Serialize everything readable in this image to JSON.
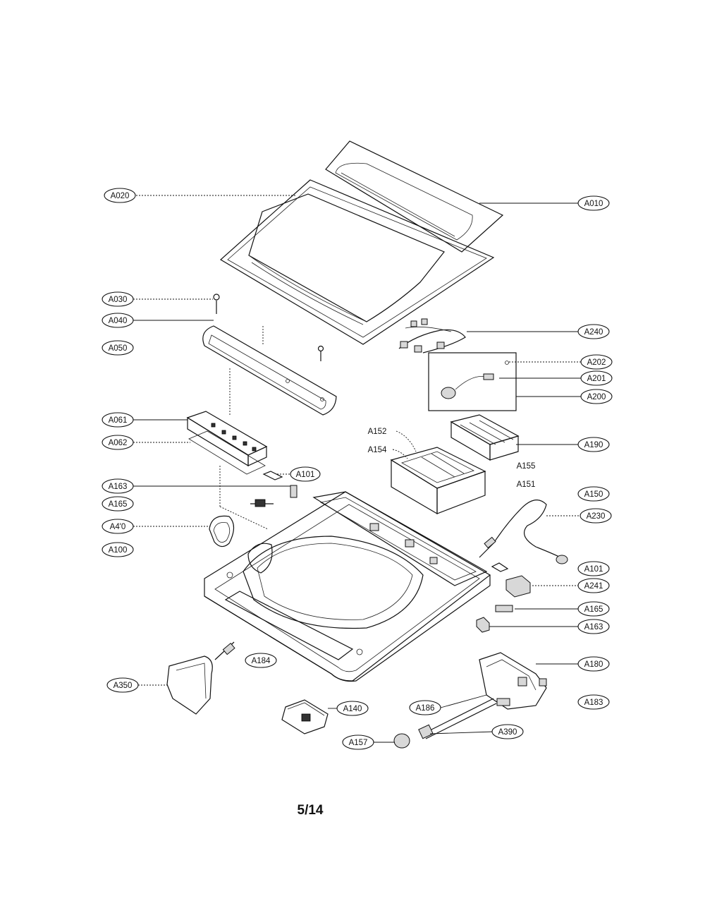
{
  "page_number": "5/14",
  "callouts": {
    "A020": "A020",
    "A010": "A010",
    "A030": "A030",
    "A040": "A040",
    "A050": "A050",
    "A240": "A240",
    "A202": "A202",
    "A201": "A201",
    "A200": "A200",
    "A061": "A061",
    "A062": "A062",
    "A152": "A152",
    "A154": "A154",
    "A190": "A190",
    "A101_left": "A101",
    "A163_left": "A163",
    "A165_left": "A165",
    "A155": "A155",
    "A151": "A151",
    "A410": "A4'0",
    "A150": "A150",
    "A230": "A230",
    "A100": "A100",
    "A101_right": "A101",
    "A241": "A241",
    "A165_right": "A165",
    "A163_right": "A163",
    "A184": "A184",
    "A180": "A180",
    "A350": "A350",
    "A183": "A183",
    "A186": "A186",
    "A140": "A140",
    "A390": "A390",
    "A157": "A157"
  }
}
